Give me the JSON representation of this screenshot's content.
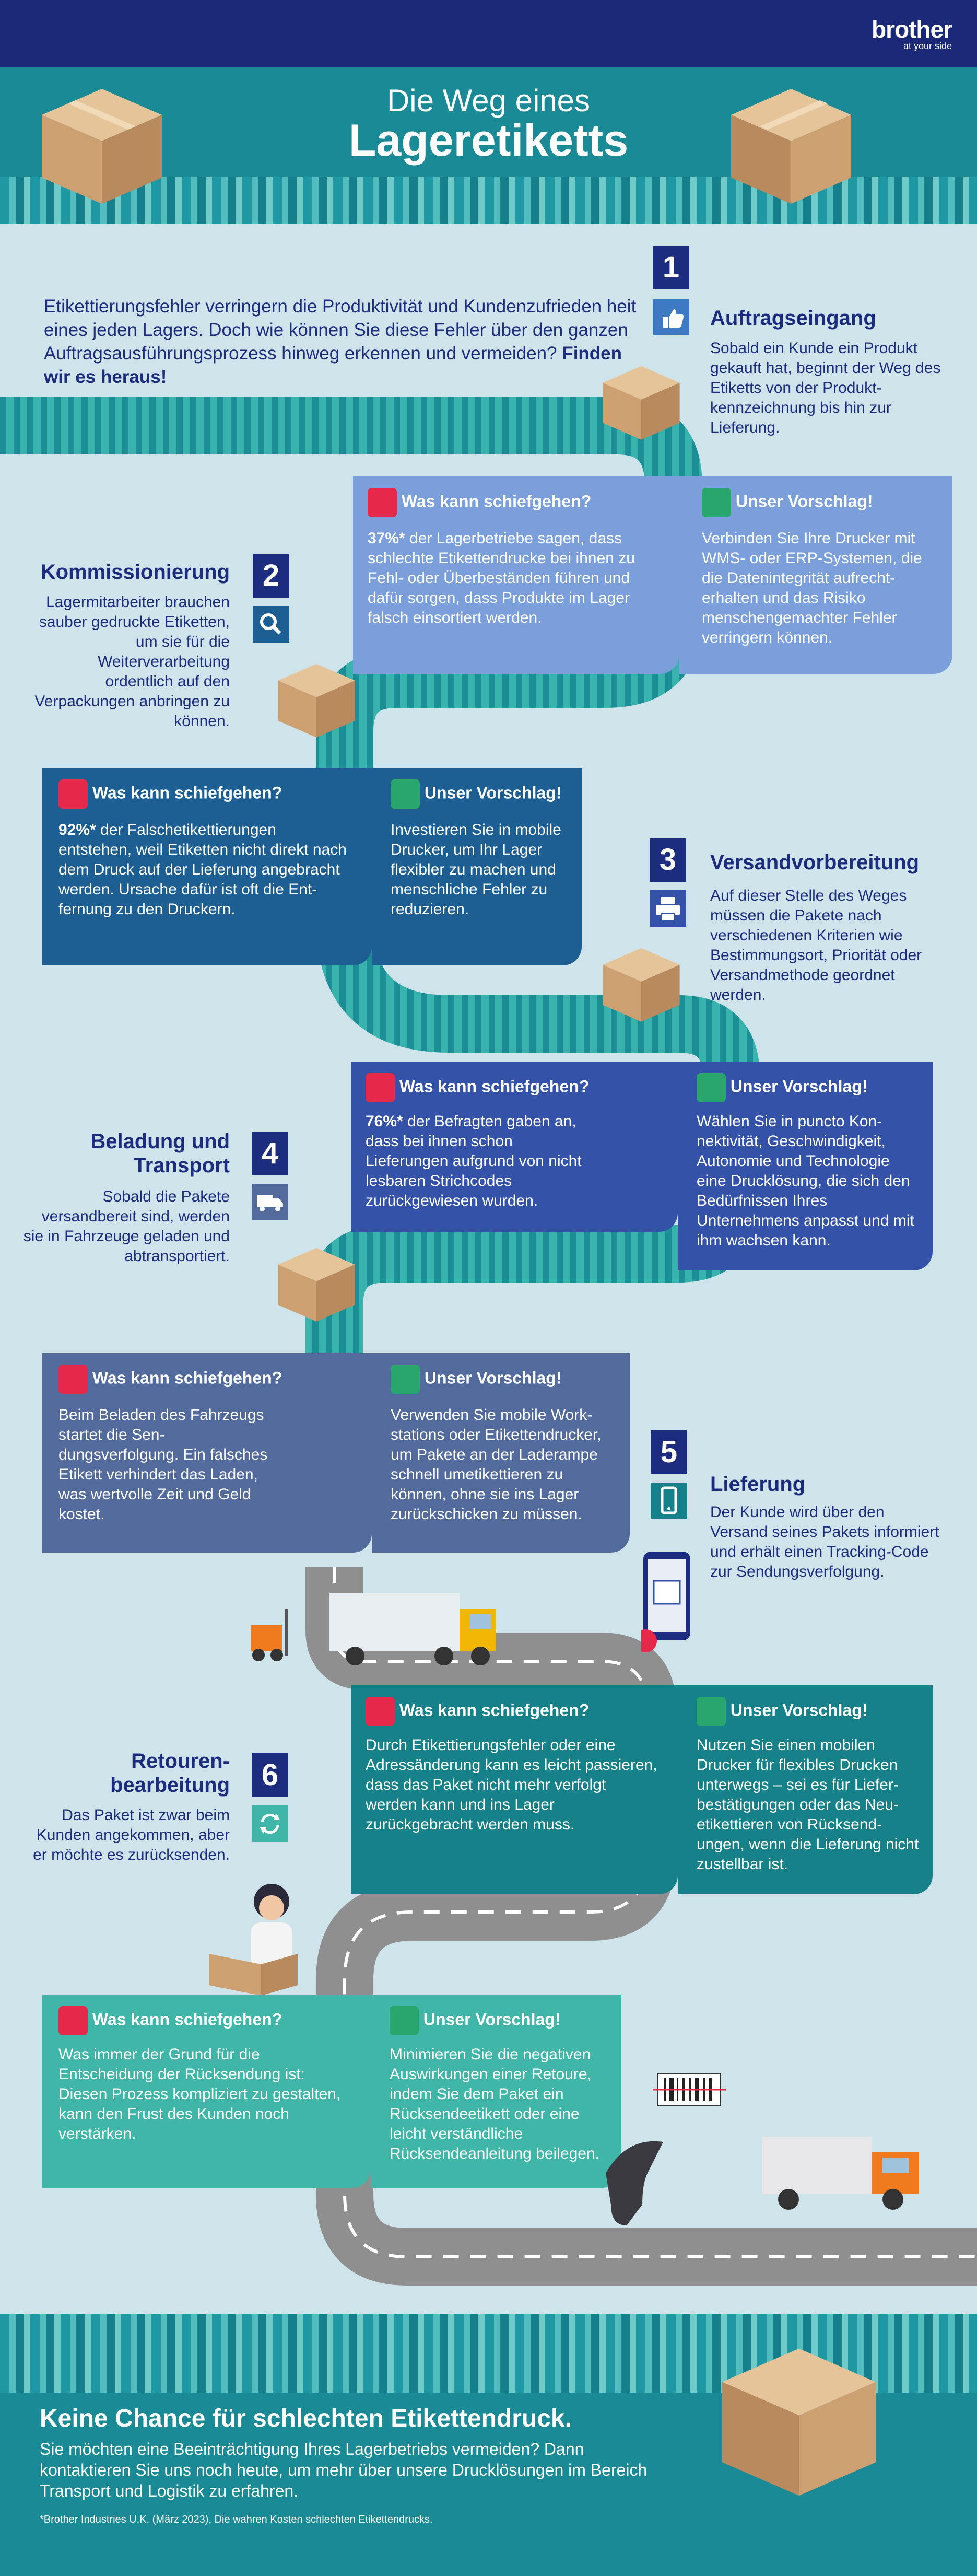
{
  "brand": {
    "name": "brother",
    "tagline": "at your side"
  },
  "header": {
    "title_small": "Die Weg eines",
    "title_big": "Lageretiketts"
  },
  "intro": {
    "text": "Etikettierungsfehler verringern die Produktivität und Kundenzufrieden heit eines jeden Lagers. Doch wie können Sie diese Fehler über den ganzen Auftragsausführungsprozess hinweg erkennen und vermeiden?",
    "emph": "Finden wir es heraus!"
  },
  "labels": {
    "problem": "Was kann schiefgehen?",
    "solution": "Unser Vorschlag!"
  },
  "steps": [
    {
      "num": "1",
      "title": "Auftragseingang",
      "text": "Sobald ein Kunde ein Produkt gekauft hat, beginnt der Weg des Etiketts von der Produkt­kennzeichnung bis hin zur Lieferung.",
      "problem_pct": "37%*",
      "problem": " der Lagerbetriebe sagen, dass schlechte Etikettendrucke bei ihnen zu Fehl- oder Über­beständen führen und dafür sorgen, dass Produkte im Lager falsch einsortiert werden.",
      "solution": "Verbinden Sie Ihre Drucker mit WMS- oder ERP-Systemen, die die Datenintegrität aufrecht­erhalten und das Risiko menschengemachter Fehler verringern können."
    },
    {
      "num": "2",
      "title": "Kommissionierung",
      "text": "Lagermitarbeiter brauchen sauber gedruckte Etiketten, um sie für die Weiterverarbeitung ordentlich auf den Verpackungen anbringen zu können.",
      "problem_pct": "92%*",
      "problem": " der Falschetikettierungen entstehen, weil Etiketten nicht direkt nach dem Druck auf der Lieferung angebracht werden. Ursache dafür ist oft die Ent­fernung zu den Druckern.",
      "solution": "Investieren Sie in mobile Drucker, um Ihr Lager flexibler zu machen und menschliche Fehler zu reduzieren."
    },
    {
      "num": "3",
      "title": "Versandvorbereitung",
      "text": "Auf dieser Stelle des Weges müssen die Pakete nach verschiedenen Kriterien wie Bestimmungsort, Priorität oder Versandmethode geordnet werden.",
      "problem_pct": "76%*",
      "problem": " der Befragten gaben an, dass bei ihnen schon Lieferungen aufgrund von nicht lesbaren Strichcodes zurückgewiesen wurden.",
      "solution": "Wählen Sie in puncto Kon­nektivität, Geschwindigkeit, Autonomie und Technologie eine Drucklösung, die sich den Bedürfnissen Ihres Unternehmens anpasst und mit ihm wachsen kann."
    },
    {
      "num": "4",
      "title": "Beladung und Transport",
      "text": "Sobald die Pakete versandbereit sind, werden sie in Fahrzeuge geladen und abtransportiert.",
      "problem_pct": "",
      "problem": "Beim Beladen des Fahr­zeugs startet die Sen­dungsverfolgung. Ein falsches Etikett verhindert das Laden, was wertvolle Zeit und Geld kostet.",
      "solution": "Verwenden Sie mobile Work­stations oder Etikettendrucker, um Pakete an der Laderampe schnell umetikettieren zu können, ohne sie ins Lager zurückschicken zu müssen."
    },
    {
      "num": "5",
      "title": "Lieferung",
      "text": "Der Kunde wird über den Versand seines Pakets informiert und erhält einen Tracking-Code zur Sendungsverfolgung.",
      "problem_pct": "",
      "problem": "Durch Etikettierungsfehler oder eine Adressänderung kann es leicht passieren, dass das Paket nicht mehr verfolgt werden kann und ins Lager zurückgebracht werden muss.",
      "solution": "Nutzen Sie einen mobilen Drucker für flexibles Drucken unterwegs – sei es für Liefer­bestätigungen oder das Neu­etikettieren von Rücksend­ungen, wenn die Lieferung nicht zustellbar ist."
    },
    {
      "num": "6",
      "title": "Retouren­bearbeitung",
      "text": "Das Paket ist zwar beim Kunden angekommen, aber er möchte es zurücksenden.",
      "problem_pct": "",
      "problem": "Was immer der Grund für die Entscheidung der Rück­sendung ist: Diesen Prozess kompliziert zu gestalten, kann den Frust des Kunden noch verstärken.",
      "solution": "Minimieren Sie die negativen Auswirkungen einer Retoure, indem Sie dem Paket ein Rück­sendeetikett oder eine leicht verständliche Rücksende­anleitung beilegen."
    }
  ],
  "footer": {
    "headline": "Keine Chance für schlechten Etikettendruck.",
    "text": "Sie möchten eine Beeinträchtigung Ihres Lagerbetriebs vermeiden? Dann kontaktieren Sie uns noch heute, um mehr über unsere Drucklösungen im Bereich Transport und Logistik zu erfahren.",
    "note": "*Brother Industries U.K. (März 2023), Die wahren Kosten schlechten Etikettendrucks."
  },
  "colors": {
    "navy": "#1c2c7e",
    "teal": "#1a8a96",
    "cardBlue": "#7b9fdb",
    "cardDark": "#1d5f92",
    "cardRoyal": "#3352a8",
    "cardSlate": "#526a9c",
    "cardTeal": "#168188",
    "cardMint": "#3fb6a8",
    "red": "#e6294b",
    "green": "#29a66d"
  },
  "icons": [
    "thumbs-up-icon",
    "search-icon",
    "printer-icon",
    "truck-icon",
    "smartphone-icon",
    "refresh-icon",
    "frown-icon",
    "tools-icon"
  ]
}
